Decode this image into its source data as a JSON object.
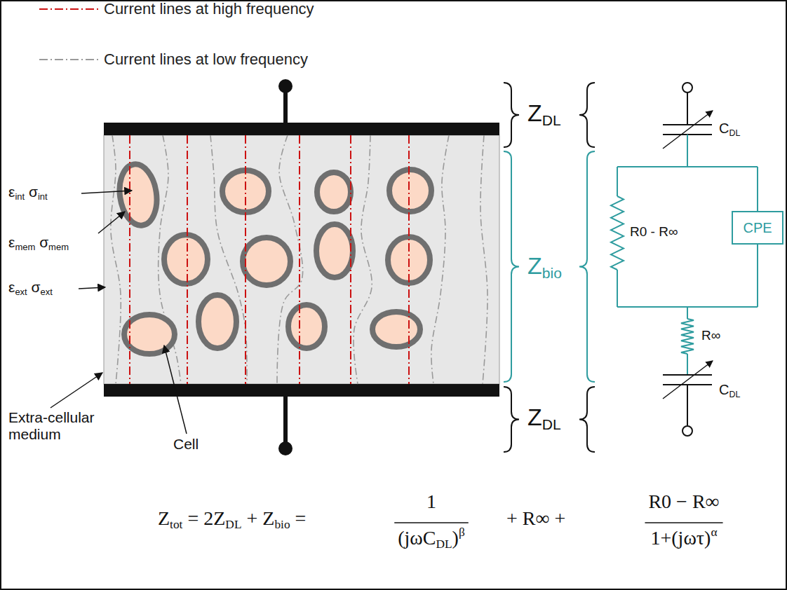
{
  "diagram": {
    "nodes": [
      {
        "text": [
          "CPE"
        ]
      }
    ],
    "labels": [
      "εint σint",
      "εmem σmem",
      "εext σext",
      "Extra-cellular medium",
      "Cell",
      "ZDL",
      "Zbio",
      "ZDL",
      "CDL",
      "R0 - R∞",
      "R∞",
      "CDL",
      "Ztot = 2ZDL + Zbio =",
      "1",
      "(jωCDL)β",
      "+ R∞ +",
      "R0 − R∞",
      "1+(jωτ)α"
    ],
    "legend": [
      {
        "text": "Current lines at high frequency"
      },
      {
        "text": "Current lines at low frequency"
      }
    ]
  }
}
